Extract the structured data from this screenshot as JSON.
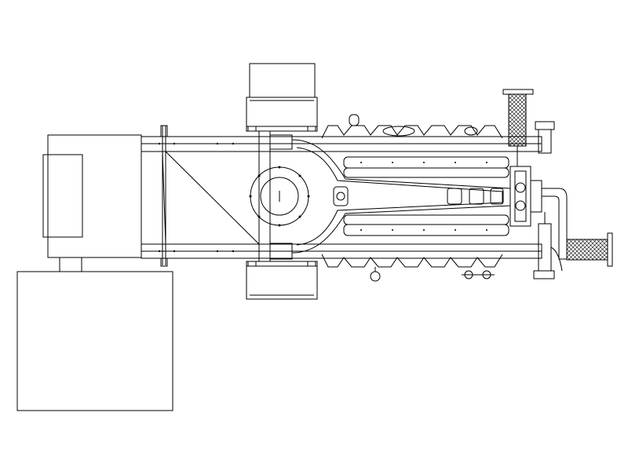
{
  "drawing": {
    "style": {
      "line_color": "#000000",
      "background": "#ffffff"
    },
    "views": [
      "top-view"
    ],
    "components": [
      "generator-control-panel",
      "generator-housing",
      "base-frame-rails",
      "radiator-fan-upper",
      "radiator-fan-lower",
      "flywheel-housing",
      "v-engine-block",
      "cylinder-heads-upper",
      "cylinder-heads-lower",
      "turbocharger",
      "air-intake-filter",
      "exhaust-pipe-upper",
      "exhaust-pipe-lower"
    ]
  }
}
